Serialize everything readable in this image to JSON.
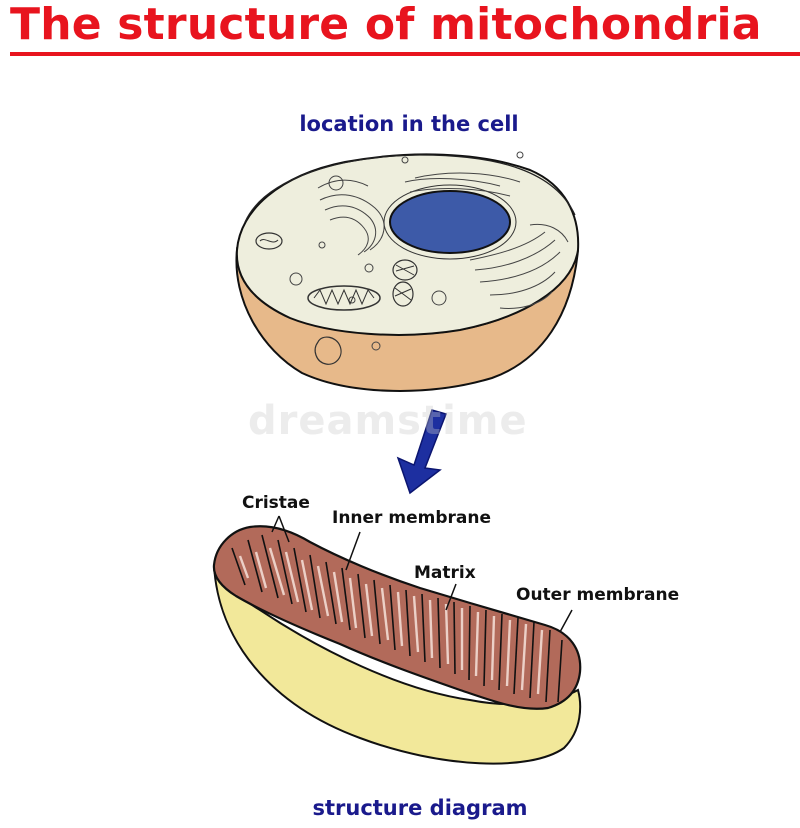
{
  "title": "The structure of mitochondria",
  "captions": {
    "location": "location in the cell",
    "structure": "structure diagram"
  },
  "labels": {
    "cristae": "Cristae",
    "inner_membrane": "Inner membrane",
    "matrix": "Matrix",
    "outer_membrane": "Outer membrane"
  },
  "watermark": "dreamstime",
  "colors": {
    "title": "#e8141e",
    "caption": "#1a1a8c",
    "cell_outer": "#e7b98a",
    "cell_cytoplasm": "#eeeedd",
    "nucleus": "#3d5aa8",
    "arrow": "#1d2fa0",
    "mito_outer": "#f2e89a",
    "mito_inner": "#b26a5a"
  }
}
